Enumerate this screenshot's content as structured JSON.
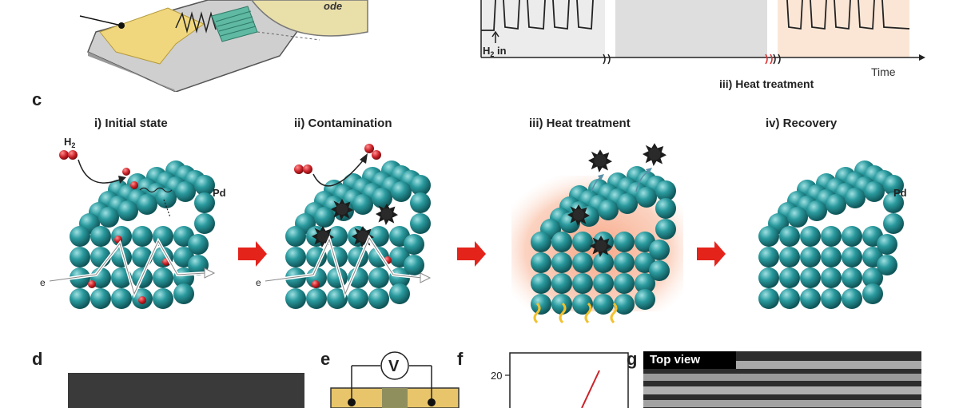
{
  "panel_labels": {
    "c": "c",
    "d": "d",
    "e": "e",
    "f": "f",
    "g": "g"
  },
  "top_plot": {
    "h2_label": "H",
    "h2_sub": "2",
    "h2_suffix": " in",
    "time_label": "Time",
    "stage_caption": "iii) Heat treatment"
  },
  "top_device": {
    "label_fragment": "ode"
  },
  "stages": [
    {
      "title": "i) Initial state"
    },
    {
      "title": "ii) Contamination"
    },
    {
      "title": "iii) Heat treatment"
    },
    {
      "title": "iv) Recovery"
    }
  ],
  "labels": {
    "h2": "H",
    "h2_sub": "2",
    "pd": "Pd",
    "electron": "e"
  },
  "panel_e": {
    "voltmeter": "V"
  },
  "panel_f": {
    "tick_20": "20"
  },
  "panel_g": {
    "top_view": "Top view"
  },
  "colors": {
    "sphere": "#2a8f93",
    "arrow_red": "#e4231b",
    "contaminant": "#222222",
    "h2_atom": "#cc2229",
    "heat_glow": "#f48a6a"
  }
}
